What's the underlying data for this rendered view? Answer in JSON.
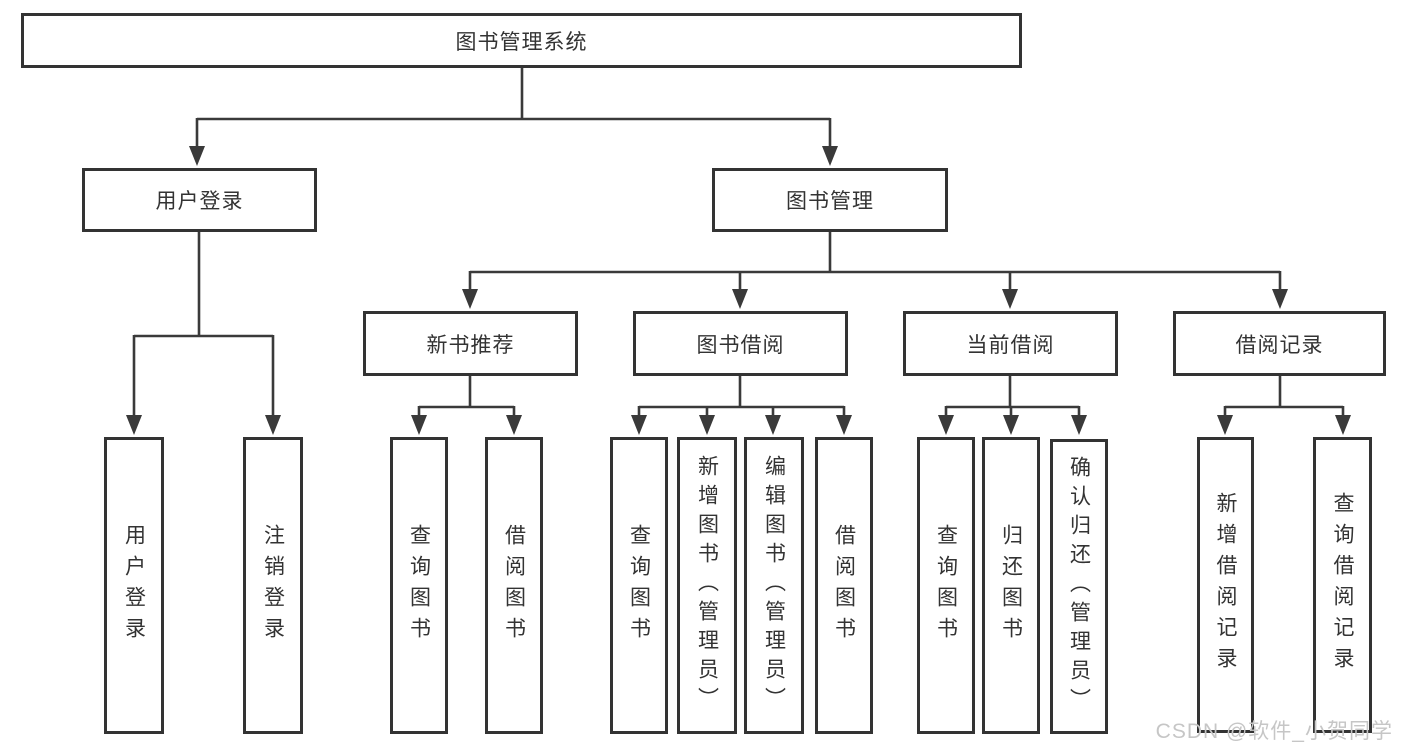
{
  "diagram": {
    "title_node": "图书管理系统",
    "level2_nodes": [
      "用户登录",
      "图书管理"
    ],
    "level3_nodes": [
      "新书推荐",
      "图书借阅",
      "当前借阅",
      "借阅记录"
    ],
    "leaf_nodes": {
      "user_login": [
        "用户登录",
        "注销登录"
      ],
      "new_book_recommend": [
        "查询图书",
        "借阅图书"
      ],
      "book_borrowing": [
        "查询图书",
        "新增图书（管理员）",
        "编辑图书（管理员）",
        "借阅图书"
      ],
      "current_borrowing": [
        "查询图书",
        "归还图书",
        "确认归还（管理员）"
      ],
      "borrowing_records": [
        "新增借阅记录",
        "查询借阅记录"
      ]
    },
    "watermark": "CSDN @软件_小贺同学",
    "colors": {
      "line": "#3a3a3a",
      "border": "#333333",
      "text": "#333333",
      "watermark": "#c6c6c6",
      "background": "#ffffff"
    }
  }
}
